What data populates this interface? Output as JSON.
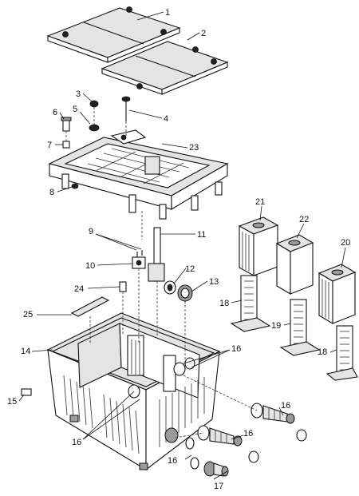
{
  "labels": {
    "l1": "1",
    "l2": "2",
    "l3": "3",
    "l4": "4",
    "l5": "5",
    "l6": "6",
    "l7": "7",
    "l8": "8",
    "l9": "9",
    "l10": "10",
    "l11": "11",
    "l12": "12",
    "l13": "13",
    "l14": "14",
    "l15": "15",
    "l16a": "16",
    "l16b": "16",
    "l16c": "16",
    "l16d": "16",
    "l16e": "16",
    "l17": "17",
    "l18a": "18",
    "l18b": "18",
    "l19": "19",
    "l20": "20",
    "l21": "21",
    "l22": "22",
    "l23": "23",
    "l24": "24",
    "l25": "25"
  }
}
